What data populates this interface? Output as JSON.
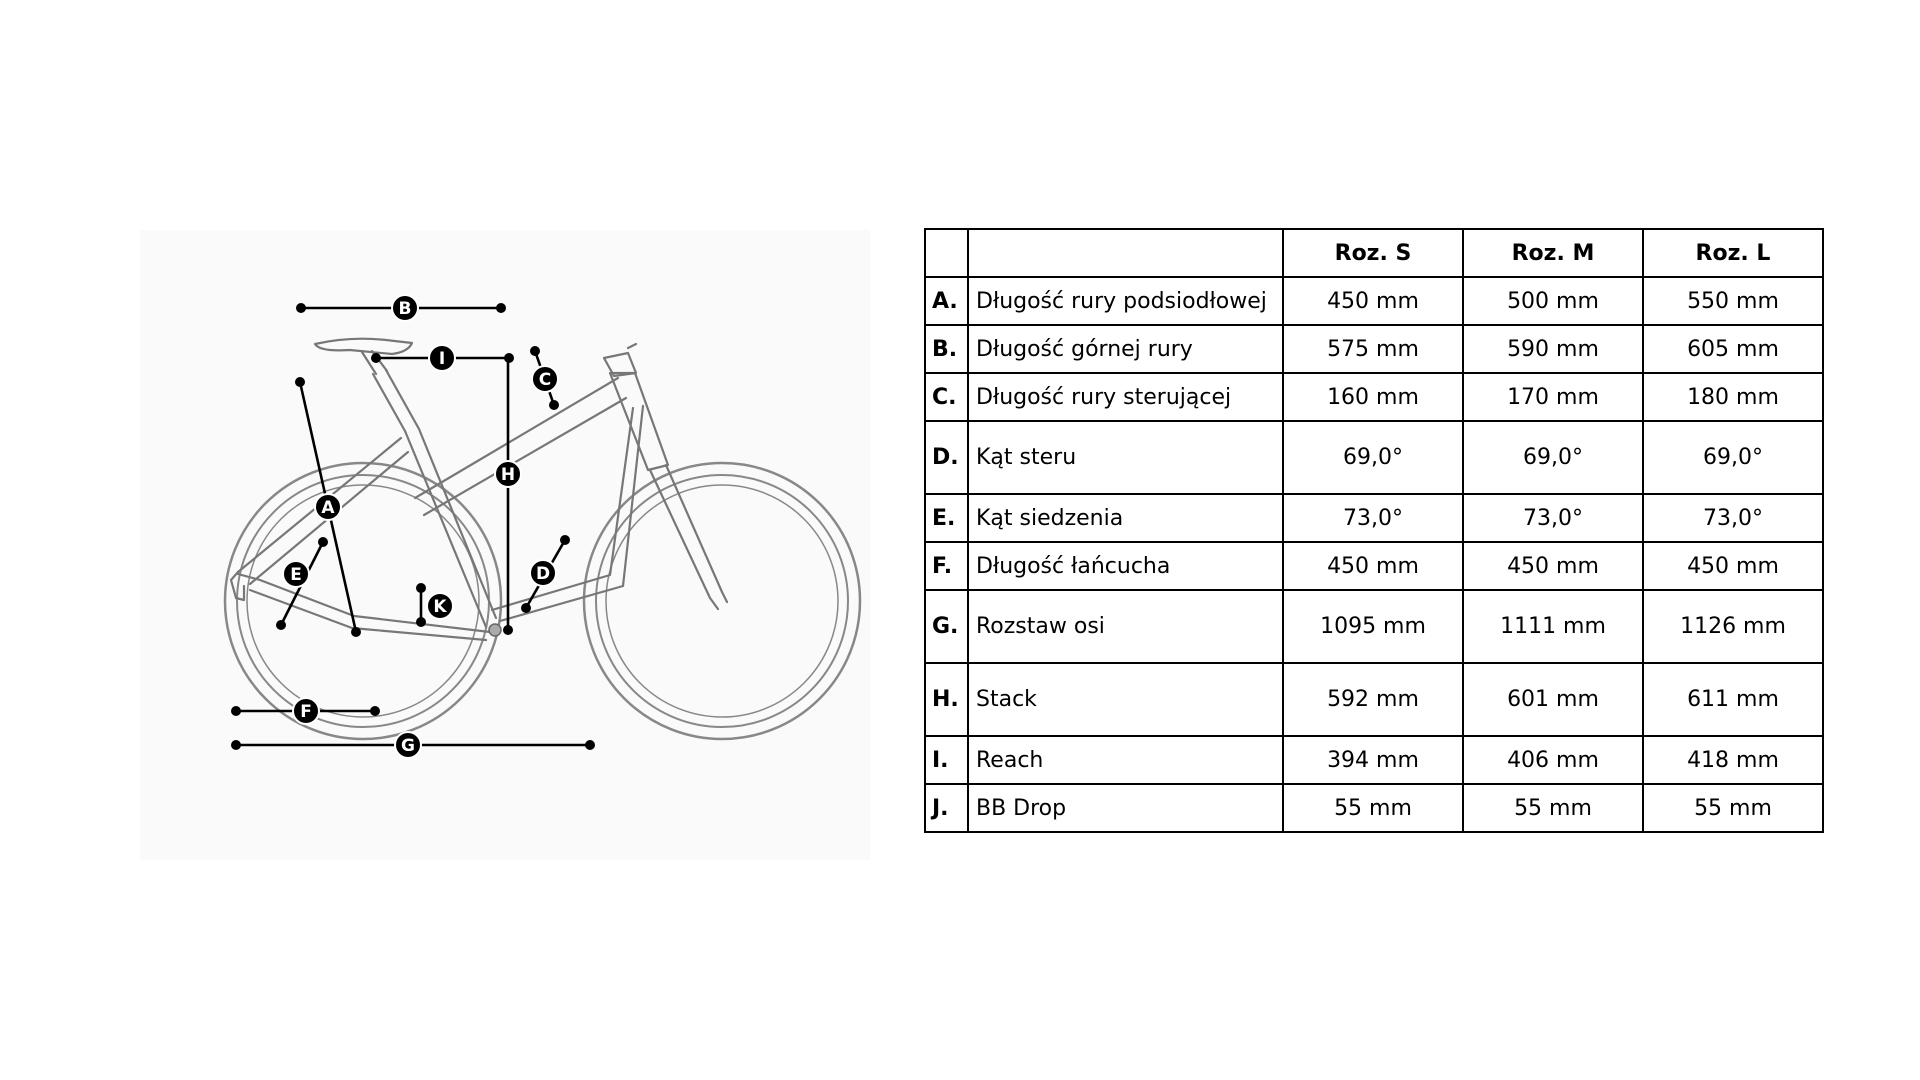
{
  "diagram": {
    "markers": [
      "A",
      "B",
      "C",
      "D",
      "E",
      "F",
      "G",
      "H",
      "I",
      "K"
    ],
    "colors": {
      "frame": "#777777",
      "tyre": "#888888",
      "dimension": "#000000"
    }
  },
  "table": {
    "headers": [
      "",
      "",
      "Roz. S",
      "Roz. M",
      "Roz. L"
    ],
    "rows": [
      {
        "letter": "A.",
        "name": "Długość rury podsiodłowej",
        "values": [
          "450 mm",
          "500 mm",
          "550 mm"
        ]
      },
      {
        "letter": "B.",
        "name": "Długość górnej rury",
        "values": [
          "575 mm",
          "590 mm",
          "605 mm"
        ]
      },
      {
        "letter": "C.",
        "name": "Długość rury sterującej",
        "values": [
          "160 mm",
          "170 mm",
          "180 mm"
        ]
      },
      {
        "letter": "D.",
        "name": "Kąt steru",
        "values": [
          "69,0°",
          "69,0°",
          "69,0°"
        ]
      },
      {
        "letter": "E.",
        "name": "Kąt siedzenia",
        "values": [
          "73,0°",
          "73,0°",
          "73,0°"
        ]
      },
      {
        "letter": "F.",
        "name": "Długość łańcucha",
        "values": [
          "450 mm",
          "450 mm",
          "450 mm"
        ]
      },
      {
        "letter": "G.",
        "name": "Rozstaw osi",
        "values": [
          "1095 mm",
          "1111 mm",
          "1126 mm"
        ]
      },
      {
        "letter": "H.",
        "name": "Stack",
        "values": [
          "592 mm",
          "601 mm",
          "611 mm"
        ]
      },
      {
        "letter": "I.",
        "name": "Reach",
        "values": [
          "394 mm",
          "406 mm",
          "418 mm"
        ]
      },
      {
        "letter": "J.",
        "name": "BB Drop",
        "values": [
          "55 mm",
          "55 mm",
          "55 mm"
        ]
      }
    ]
  }
}
